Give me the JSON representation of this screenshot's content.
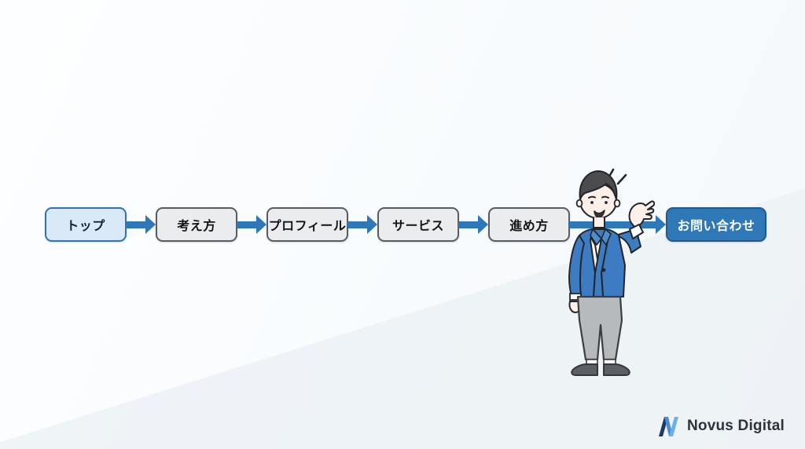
{
  "page": {
    "background_top": "#fbfdfe",
    "background_bottom": "#ebf0f4"
  },
  "nav_flow": {
    "items": [
      {
        "label": "トップ",
        "state": "active"
      },
      {
        "label": "考え方",
        "state": "default"
      },
      {
        "label": "プロフィール",
        "state": "default"
      },
      {
        "label": "サービス",
        "state": "default"
      },
      {
        "label": "進め方",
        "state": "default"
      },
      {
        "label": "お問い合わせ",
        "state": "cta"
      }
    ],
    "colors": {
      "active_fill": "#d9e9f8",
      "active_border": "#2e75b6",
      "default_fill": "#ebeced",
      "default_border": "#575d62",
      "cta_fill": "#2e78b8",
      "cta_border": "#1f5a8d",
      "cta_text": "#ffffff",
      "arrow": "#2e77b8",
      "label_text": "#141414"
    }
  },
  "illustration": {
    "name": "presenter-man",
    "description": "man in blue jacket and gray pants gesturing with open palm toward contact button, emphasis lines above head",
    "colors": {
      "jacket": "#3d7cc2",
      "pants": "#b7babd",
      "hair": "#4c4c4e",
      "skin": "#fdf0e8",
      "shoes": "#5c5f63",
      "outline": "#23262a"
    }
  },
  "logo": {
    "icon": "novus-n-icon",
    "text": "Novus Digital",
    "colors": {
      "icon_dark": "#203a66",
      "icon_mid": "#4b8ecf",
      "icon_light": "#6fb0e3",
      "text": "#2d333c"
    }
  }
}
